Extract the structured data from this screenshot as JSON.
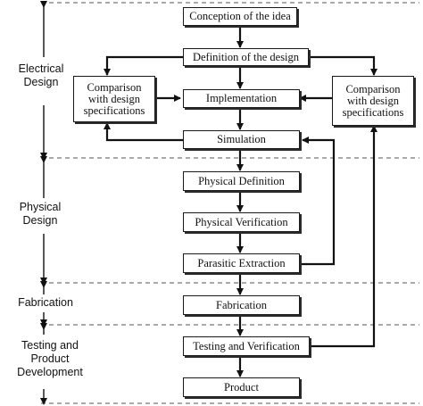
{
  "phases": [
    {
      "id": "electrical",
      "label": "Electrical\nDesign"
    },
    {
      "id": "physical",
      "label": "Physical\nDesign"
    },
    {
      "id": "fabrication",
      "label": "Fabrication"
    },
    {
      "id": "testing",
      "label": "Testing and\nProduct\nDevelopment"
    }
  ],
  "steps": [
    {
      "id": "conception",
      "label": "Conception of the idea"
    },
    {
      "id": "definition",
      "label": "Definition of the design"
    },
    {
      "id": "implementation",
      "label": "Implementation"
    },
    {
      "id": "simulation",
      "label": "Simulation"
    },
    {
      "id": "physical_definition",
      "label": "Physical Definition"
    },
    {
      "id": "physical_verification",
      "label": "Physical Verification"
    },
    {
      "id": "parasitic_extraction",
      "label": "Parasitic Extraction"
    },
    {
      "id": "fabrication",
      "label": "Fabrication"
    },
    {
      "id": "testing_verification",
      "label": "Testing and Verification"
    },
    {
      "id": "product",
      "label": "Product"
    }
  ],
  "comparison_boxes": {
    "left": "Comparison\nwith design\nspecifications",
    "right": "Comparison\nwith design\nspecifications"
  }
}
